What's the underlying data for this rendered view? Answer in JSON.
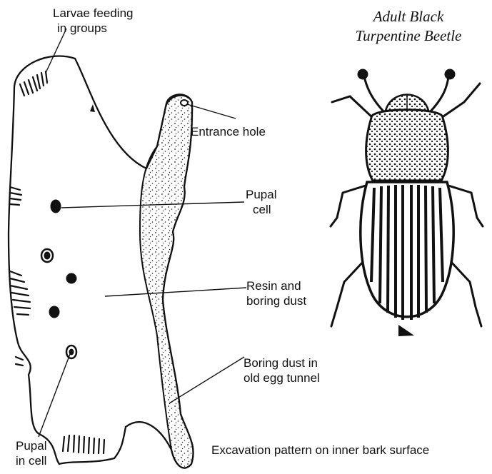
{
  "title": {
    "line1": "Adult Black",
    "line2": "Turpentine Beetle"
  },
  "labels": {
    "larvae": {
      "line1": "Larvae feeding",
      "line2": "in groups"
    },
    "entrance": "Entrance hole",
    "pupal_cell": {
      "line1": "Pupal",
      "line2": "cell"
    },
    "resin": {
      "line1": "Resin and",
      "line2": "boring dust"
    },
    "boring_dust": {
      "line1": "Boring dust in",
      "line2": "old egg tunnel"
    },
    "pupal_in_cell": {
      "line1": "Pupal",
      "line2": "in cell"
    },
    "caption": "Excavation pattern on inner bark surface"
  },
  "icons": [
    "bark-excavation-drawing",
    "egg-tunnel",
    "beetle-illustration",
    "scale-marker-icon"
  ]
}
